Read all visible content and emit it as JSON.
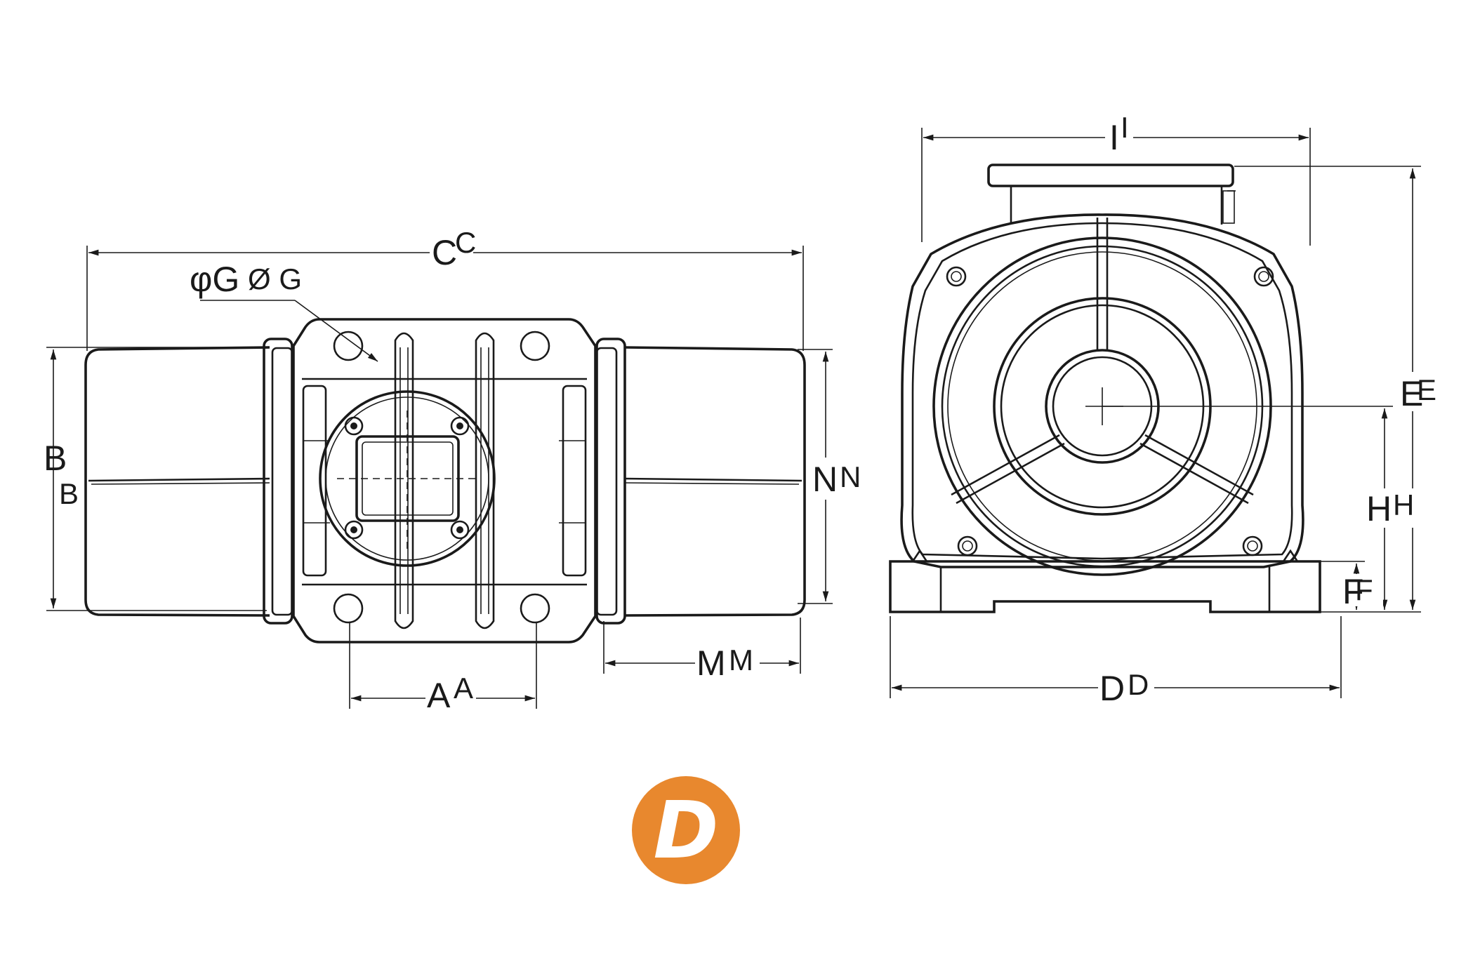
{
  "labels": {
    "c_main": "C",
    "c_alt": "C",
    "g_main": "φG",
    "g_alt": "Ø G",
    "b_main": "B",
    "b_alt": "B",
    "n_main": "N",
    "n_alt": "N",
    "m_main": "M",
    "m_alt": "M",
    "a_main": "A",
    "a_alt": "A",
    "i_main": "I",
    "i_alt": "I",
    "e_main": "E",
    "e_alt": "E",
    "h_main": "H",
    "h_alt": "H",
    "f_main": "F",
    "f_alt": "F",
    "d_main": "D",
    "d_alt": "D"
  },
  "logo": {
    "letter": "D",
    "color": "#E8882E",
    "icon": "orange-d-logo-icon"
  },
  "colors": {
    "line": "#1a1a1a",
    "background": "#ffffff"
  }
}
